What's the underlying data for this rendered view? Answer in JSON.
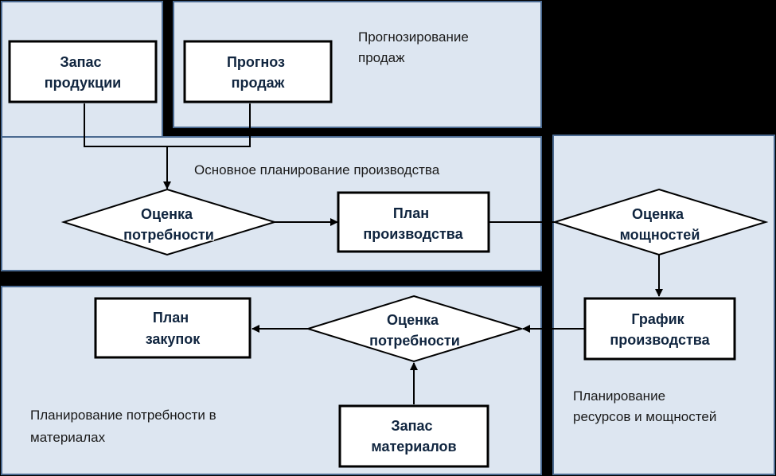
{
  "regions": {
    "forecasting": {
      "label_line1": "Прогнозирование",
      "label_line2": "продаж"
    },
    "master_planning": {
      "label": "Основное планирование  производства"
    },
    "resource_planning": {
      "label_line1": "Планирование",
      "label_line2": "ресурсов и мощностей"
    },
    "material_planning": {
      "label_line1": "Планирование  потребности  в",
      "label_line2": "материалах"
    }
  },
  "nodes": {
    "product_stock": {
      "line1": "Запас",
      "line2": "продукции"
    },
    "sales_forecast": {
      "line1": "Прогноз",
      "line2": "продаж"
    },
    "demand_assessment_1": {
      "line1": "Оценка",
      "line2": "потребности"
    },
    "production_plan": {
      "line1": "План",
      "line2": "производства"
    },
    "capacity_assessment": {
      "line1": "Оценка",
      "line2": "мощностей"
    },
    "production_schedule": {
      "line1": "График",
      "line2": "производства"
    },
    "demand_assessment_2": {
      "line1": "Оценка",
      "line2": "потребности"
    },
    "purchase_plan": {
      "line1": "План",
      "line2": "закупок"
    },
    "material_stock": {
      "line1": "Запас",
      "line2": "материалов"
    }
  },
  "colors": {
    "background": "#000000",
    "region_fill": "#dde6f1",
    "region_border": "#4b6a91",
    "node_fill": "#ffffff",
    "node_text": "#10253f"
  }
}
